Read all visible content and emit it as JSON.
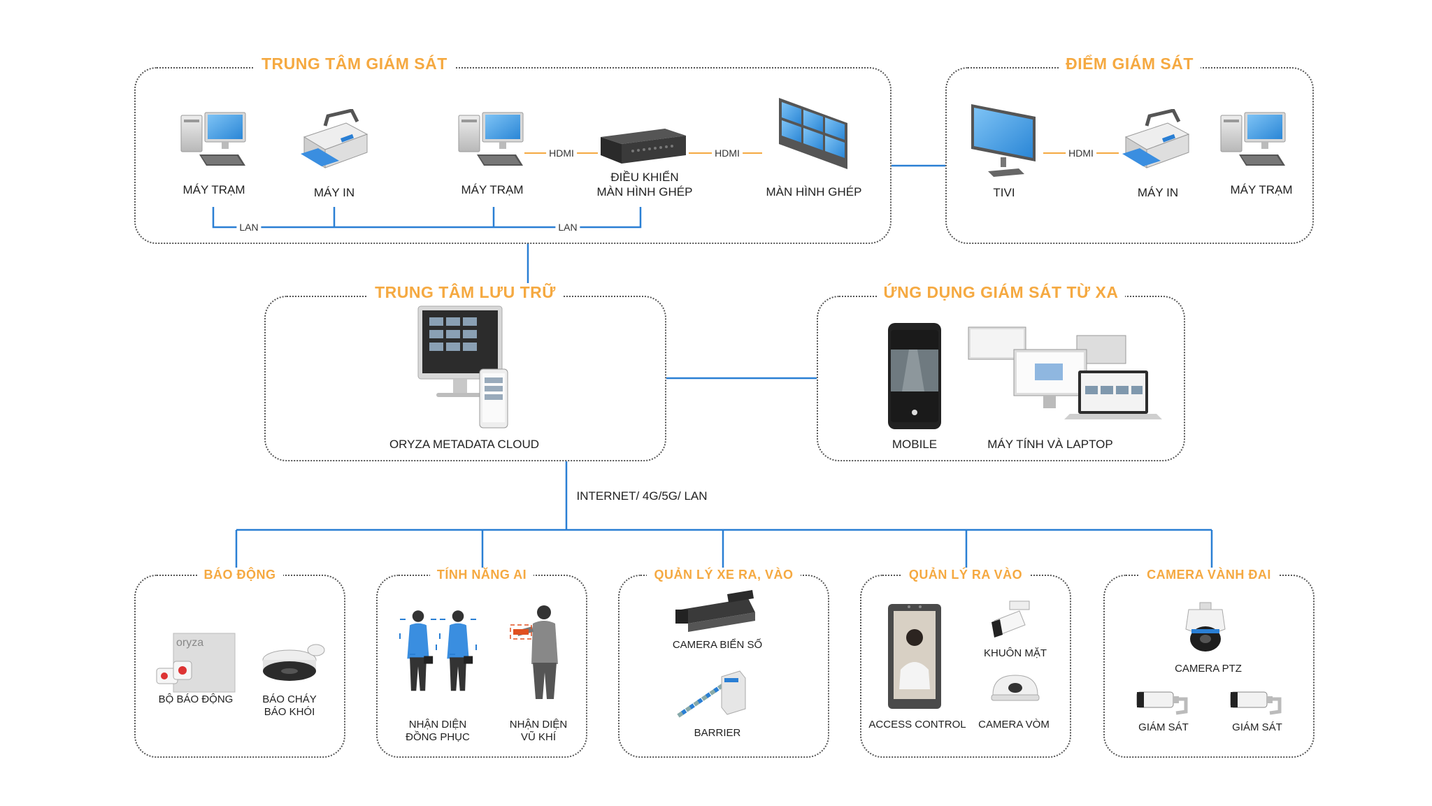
{
  "colors": {
    "accent": "#f5a941",
    "link": "#2a7fd4",
    "hdmi_line": "#f5a941",
    "border": "#555555"
  },
  "groups": {
    "monitoring_center": {
      "title": "TRUNG TÂM GIÁM SÁT",
      "workstation1": "MÁY TRẠM",
      "printer": "MÁY IN",
      "workstation2": "MÁY TRẠM",
      "controller_line1": "ĐIỀU KHIỂN",
      "controller_line2": "MÀN HÌNH GHÉP",
      "video_wall": "MÀN HÌNH GHÉP",
      "hdmi_left": "HDMI",
      "hdmi_right": "HDMI",
      "lan_left": "LAN",
      "lan_right": "LAN"
    },
    "monitoring_point": {
      "title": "ĐIỂM GIÁM SÁT",
      "tv": "TIVI",
      "printer": "MÁY IN",
      "workstation": "MÁY TRẠM",
      "hdmi": "HDMI"
    },
    "storage_center": {
      "title": "TRUNG TÂM LƯU TRỮ",
      "cloud": "ORYZA METADATA CLOUD"
    },
    "remote_app": {
      "title": "ỨNG DỤNG GIÁM SÁT TỪ XA",
      "mobile": "MOBILE",
      "pc": "MÁY TÍNH VÀ LAPTOP"
    },
    "network_label": "INTERNET/ 4G/5G/ LAN",
    "alarm": {
      "title": "BÁO ĐỘNG",
      "alarm_kit": "BỘ BÁO ĐỘNG",
      "smoke_line1": "BÁO CHÁY",
      "smoke_line2": "BÁO KHÓI",
      "brand": "oryza"
    },
    "ai": {
      "title": "TÍNH NĂNG AI",
      "uniform_line1": "NHẬN DIỆN",
      "uniform_line2": "ĐỒNG PHỤC",
      "weapon_line1": "NHẬN DIỆN",
      "weapon_line2": "VŨ KHÍ"
    },
    "vehicle": {
      "title": "QUẢN LÝ XE RA, VÀO",
      "lpr_camera": "CAMERA BIỂN SỐ",
      "barrier": "BARRIER"
    },
    "access": {
      "title": "QUẢN LÝ RA VÀO",
      "face": "KHUÔN MẶT",
      "access_control": "ACCESS CONTROL",
      "dome": "CAMERA VÒM"
    },
    "perimeter": {
      "title": "CAMERA VÀNH ĐAI",
      "ptz": "CAMERA PTZ",
      "bullet1": "GIÁM SÁT",
      "bullet2": "GIÁM SÁT"
    }
  },
  "icons": [
    "workstation-icon",
    "printer-icon",
    "server-icon",
    "video-wall-icon",
    "tv-icon",
    "imac-tablet-icon",
    "smartphone-icon",
    "laptop-monitors-icon",
    "alarm-panel-icon",
    "smoke-detector-icon",
    "person-icon",
    "lpr-camera-icon",
    "barrier-icon",
    "face-terminal-icon",
    "face-camera-icon",
    "dome-camera-icon",
    "ptz-camera-icon",
    "bullet-camera-icon"
  ]
}
